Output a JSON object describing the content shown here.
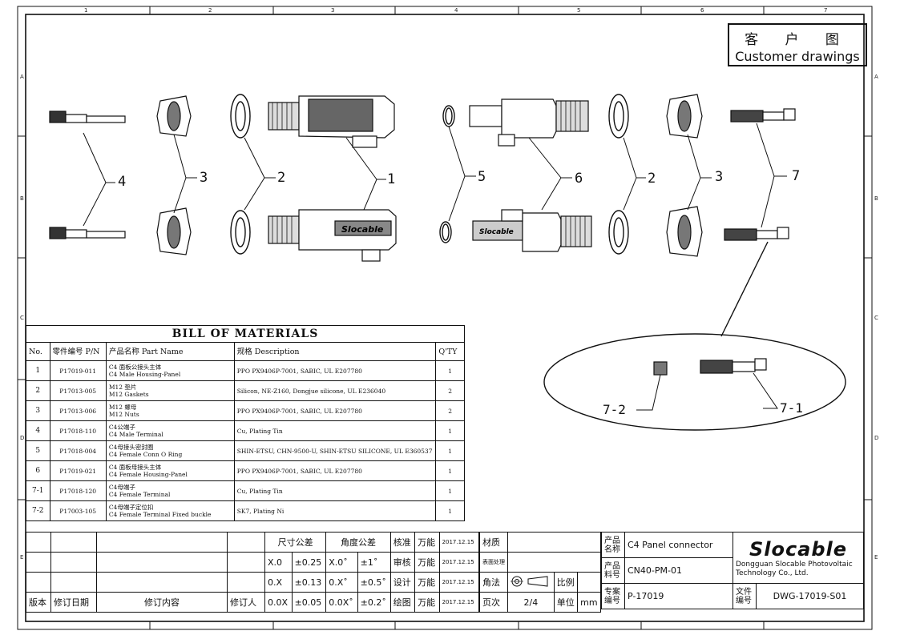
{
  "customer_box": {
    "cn": "客 户 图",
    "en": "Customer drawings"
  },
  "zones": {
    "cols": [
      "1",
      "2",
      "3",
      "4",
      "5",
      "6",
      "7"
    ],
    "rows": [
      "A",
      "B",
      "C",
      "D",
      "E"
    ]
  },
  "callouts": {
    "c1": "1",
    "c2": "2",
    "c3": "3",
    "c4": "4",
    "c5": "5",
    "c6": "6",
    "c7": "7",
    "c2b": "2",
    "c3b": "3",
    "c71": "7-1",
    "c72": "7-2"
  },
  "parts": {
    "male_brand": "Slocable",
    "female_brand": "Slocable"
  },
  "bom": {
    "title": "BILL OF MATERIALS",
    "headers": {
      "no": "No.",
      "pn": "零件编号 P/N",
      "name": "产品名称 Part Name",
      "desc": "规格 Description",
      "qty": "Q'TY"
    },
    "rows": [
      {
        "no": "1",
        "pn": "P17019-011",
        "name_cn": "C4 面板公接头主体",
        "name_en": "C4 Male Housing-Panel",
        "desc": "PPO PX9406P-7001,       SABIC, UL E207780",
        "qty": "1"
      },
      {
        "no": "2",
        "pn": "P17013-005",
        "name_cn": "M12 垫片",
        "name_en": "M12 Gaskets",
        "desc": "Silicon, NE-Z160,       Dongjue silicone, UL E236040",
        "qty": "2"
      },
      {
        "no": "3",
        "pn": "P17013-006",
        "name_cn": "M12 螺母",
        "name_en": "M12 Nuts",
        "desc": "PPO PX9406P-7001,       SABIC, UL E207780",
        "qty": "2"
      },
      {
        "no": "4",
        "pn": "P17018-110",
        "name_cn": "C4公端子",
        "name_en": "C4 Male Terminal",
        "desc": "Cu, Plating Tin",
        "qty": "1"
      },
      {
        "no": "5",
        "pn": "P17018-004",
        "name_cn": "C4母接头密封圈",
        "name_en": "C4 Female Conn O Ring",
        "desc": "SHIN-ETSU, CHN-9500-U, SHIN-ETSU SILICONE, UL E360537",
        "qty": "1"
      },
      {
        "no": "6",
        "pn": "P17019-021",
        "name_cn": "C4 面板母接头主体",
        "name_en": "C4 Female Housing-Panel",
        "desc": "PPO PX9406P-7001,       SABIC, UL E207780",
        "qty": "1"
      },
      {
        "no": "7-1",
        "pn": "P17018-120",
        "name_cn": "C4母端子",
        "name_en": "C4 Female Terminal",
        "desc": "Cu, Plating Tin",
        "qty": "1"
      },
      {
        "no": "7-2",
        "pn": "P17003-105",
        "name_cn": "C4母端子定位扣",
        "name_en": "C4 Female Terminal Fixed buckle",
        "desc": "SK7, Plating Ni",
        "qty": "1"
      }
    ]
  },
  "titleblock": {
    "tol_size": "尺寸公差",
    "tol_angle": "角度公差",
    "std": "核准",
    "review": "审核",
    "design": "设计",
    "draw": "绘图",
    "name1": "万能",
    "name2": "万能",
    "name3": "万能",
    "name4": "万能",
    "date1": "2017.12.15",
    "date2": "2017.12.15",
    "date3": "2017.12.15",
    "date4": "2017.12.15",
    "t1a": "X.0",
    "t1b": "±0.25",
    "a1a": "X.0˚",
    "a1b": "±1˚",
    "t2a": "0.X",
    "t2b": "±0.13",
    "a2a": "0.X˚",
    "a2b": "±0.5˚",
    "t3a": "0.0X",
    "t3b": "±0.05",
    "a3a": "0.0X˚",
    "a3b": "±0.2˚",
    "material": "材质",
    "surface": "表面处理",
    "proj": "角法",
    "scale": "比例",
    "page_lbl": "页次",
    "page": "2/4",
    "unit_lbl": "单位",
    "unit": "mm",
    "prod_name_lbl": "产品名称",
    "prod_name": "C4 Panel connector",
    "prod_no_lbl": "产品料号",
    "prod_no": "CN40-PM-01",
    "proj_no_lbl": "专案编号",
    "proj_no": "P-17019",
    "file_no_lbl": "文件编号",
    "file_no": "DWG-17019-S01",
    "company_logo": "Slocable",
    "company": "Dongguan Slocable Photovoltaic Technology Co., Ltd.",
    "rev": "版本",
    "rev_date": "修订日期",
    "rev_content": "修订内容",
    "reviser": "修订人"
  }
}
